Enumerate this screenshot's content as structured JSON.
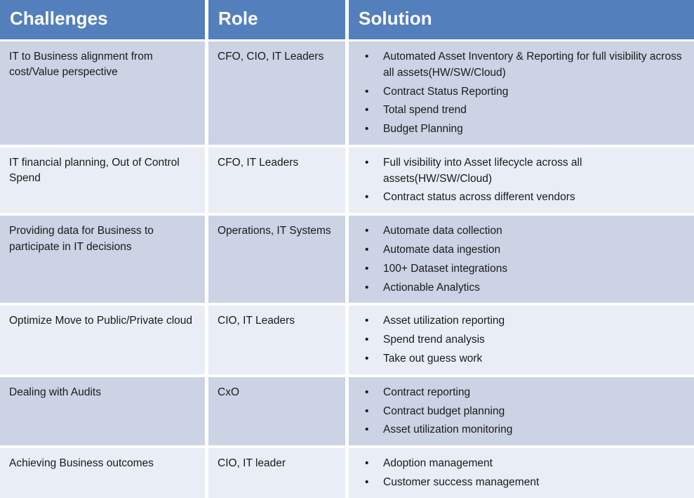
{
  "table": {
    "headers": [
      {
        "label": "Challenges"
      },
      {
        "label": "Role"
      },
      {
        "label": "Solution"
      }
    ],
    "header_bg": "#547FBD",
    "header_text_color": "#FFFFFF",
    "row_bg_dark": "#CCD3E4",
    "row_bg_light": "#E9EDF5",
    "rows": [
      {
        "challenge": "IT to Business alignment from cost/Value perspective",
        "role": "CFO, CIO, IT Leaders",
        "solution": [
          "Automated Asset Inventory & Reporting for full visibility across all assets(HW/SW/Cloud)",
          "Contract Status Reporting",
          "Total spend trend",
          "Budget Planning"
        ]
      },
      {
        "challenge": "IT financial planning, Out of Control Spend",
        "role": "CFO, IT Leaders",
        "solution": [
          "Full visibility into Asset lifecycle across all assets(HW/SW/Cloud)",
          "Contract status across different vendors"
        ]
      },
      {
        "challenge": "Providing data for Business to participate in IT decisions",
        "role": "Operations, IT Systems",
        "solution": [
          "Automate data collection",
          "Automate data ingestion",
          "100+ Dataset integrations",
          "Actionable Analytics"
        ]
      },
      {
        "challenge": "Optimize Move to Public/Private cloud",
        "role": "CIO, IT Leaders",
        "solution": [
          "Asset utilization reporting",
          "Spend trend analysis",
          "Take out guess work"
        ]
      },
      {
        "challenge": "Dealing with Audits",
        "role": "CxO",
        "solution": [
          "Contract reporting",
          "Contract budget planning",
          "Asset utilization monitoring"
        ]
      },
      {
        "challenge": "Achieving Business outcomes",
        "role": "CIO, IT leader",
        "solution": [
          "Adoption management",
          "Customer success management"
        ]
      }
    ],
    "bullet_glyph": "•"
  }
}
